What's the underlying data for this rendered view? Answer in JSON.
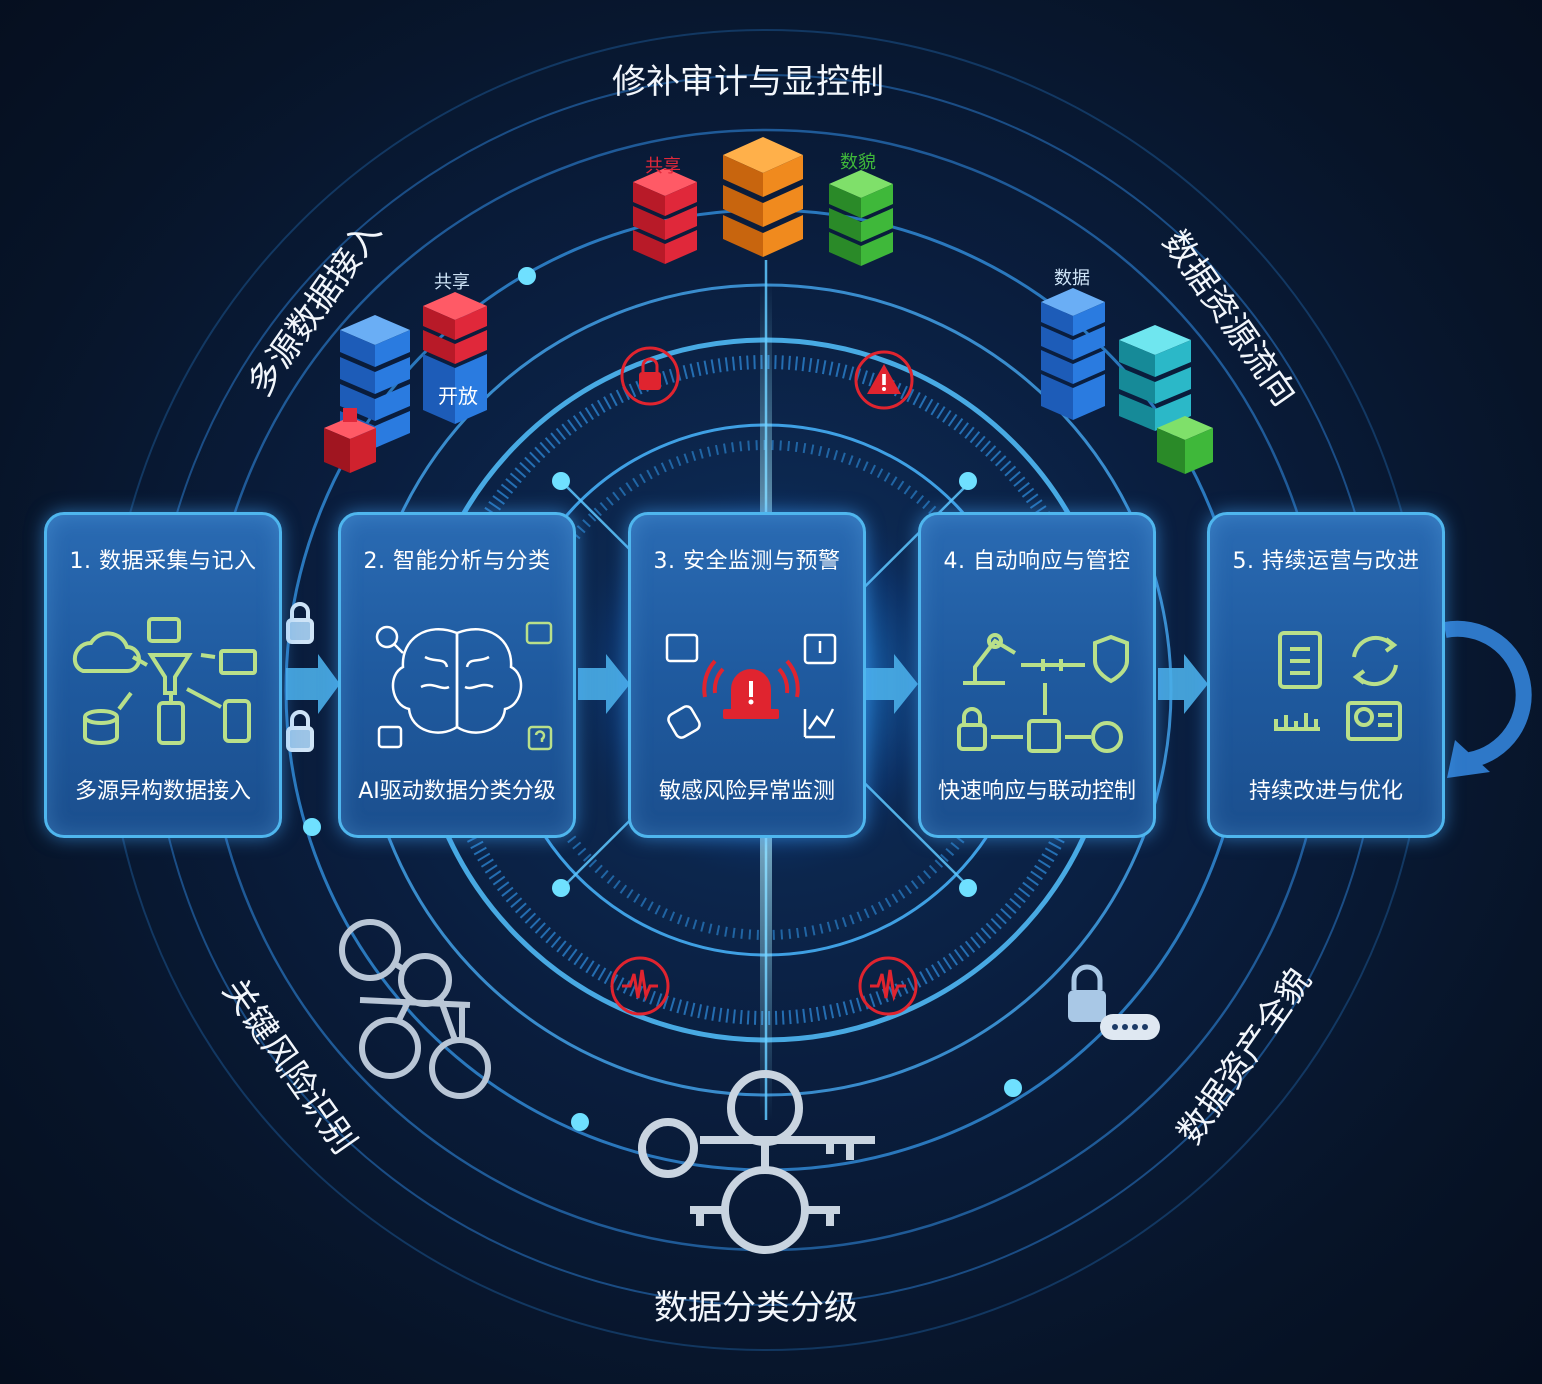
{
  "ring_labels": {
    "top": "修补审计与显控制",
    "top_left": "多源数据接入",
    "top_right": "数据资源流向",
    "bottom_left": "关键风险识别",
    "bottom_right": "数据资产全貌",
    "bottom": "数据分类分级"
  },
  "node_labels": {
    "share_top": "共享",
    "data_top": "数貌",
    "share_left": "共享",
    "open_left": "开放",
    "data_right": "数据"
  },
  "steps": [
    {
      "title": "1. 数据采集与记入",
      "subtitle": "多源异构数据接入"
    },
    {
      "title": "2. 智能分析与分类",
      "subtitle": "AI驱动数据分类分级"
    },
    {
      "title": "3. 安全监测与预警",
      "subtitle": "敏感风险异常监测"
    },
    {
      "title": "4. 自动响应与管控",
      "subtitle": "快速响应与联动控制"
    },
    {
      "title": "5. 持续运营与改进",
      "subtitle": "持续改进与优化"
    }
  ],
  "colors": {
    "card_border": "#4fb6ee",
    "ring": "#2f8fe0",
    "alert_red": "#e0242f",
    "icon_green": "#b9e08a",
    "stack_red": "#e0283a",
    "stack_orange": "#f08a1e",
    "stack_green": "#3fb83a",
    "stack_blue": "#2a7be0",
    "stack_cyan": "#2bb8c8"
  }
}
